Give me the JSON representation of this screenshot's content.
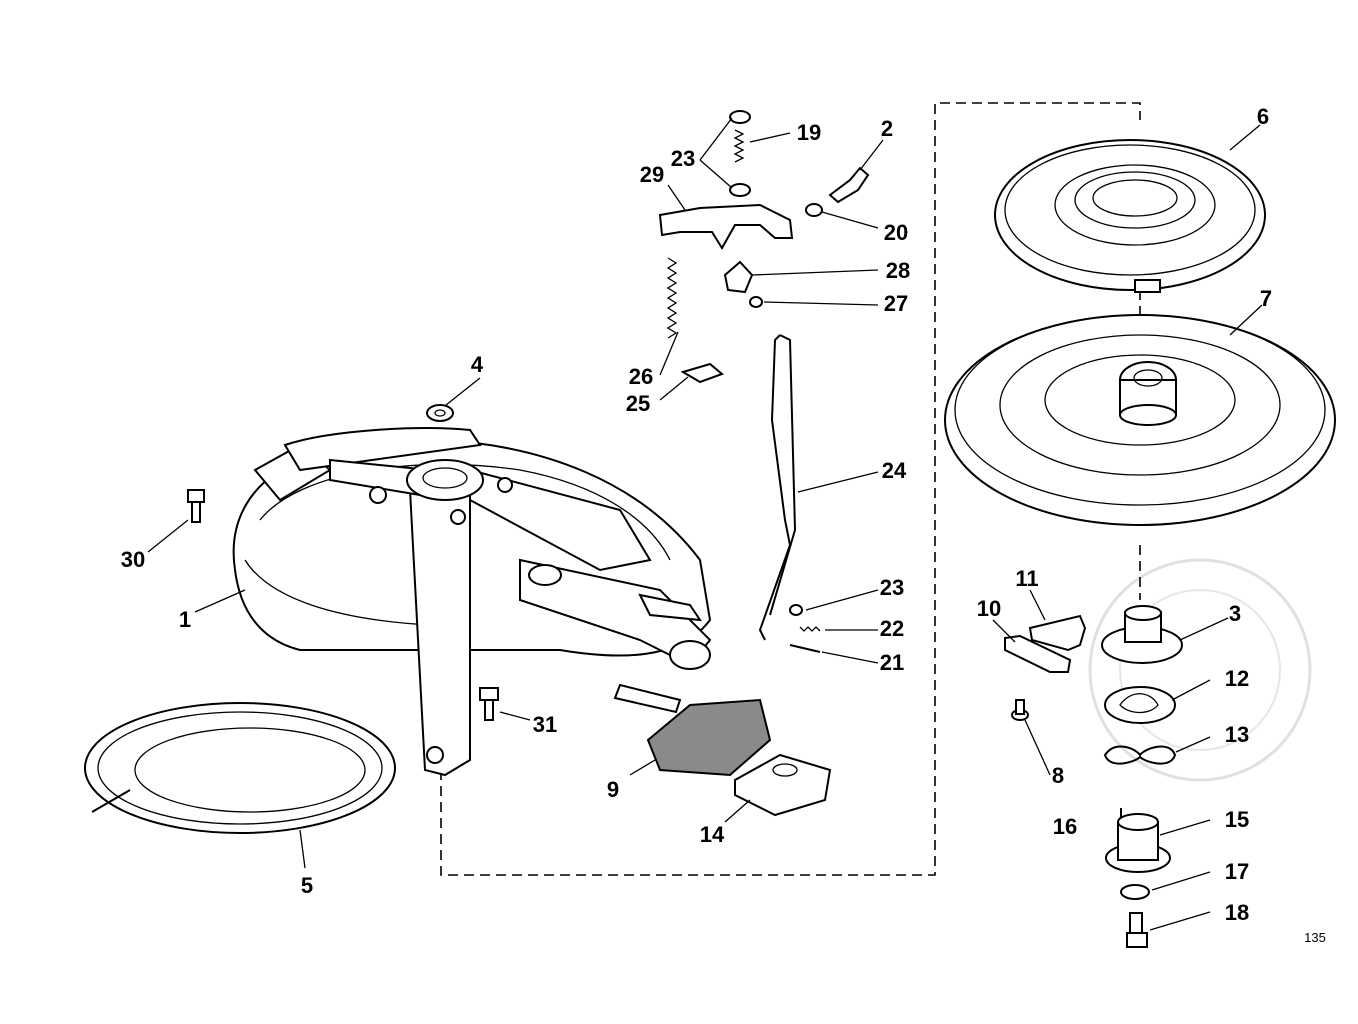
{
  "diagram": {
    "figure_number": "135",
    "watermark": "",
    "callouts": [
      {
        "id": "c1",
        "label": "1"
      },
      {
        "id": "c2",
        "label": "2"
      },
      {
        "id": "c3",
        "label": "3"
      },
      {
        "id": "c4",
        "label": "4"
      },
      {
        "id": "c5",
        "label": "5"
      },
      {
        "id": "c6",
        "label": "6"
      },
      {
        "id": "c7",
        "label": "7"
      },
      {
        "id": "c8",
        "label": "8"
      },
      {
        "id": "c9",
        "label": "9"
      },
      {
        "id": "c10",
        "label": "10"
      },
      {
        "id": "c11",
        "label": "11"
      },
      {
        "id": "c12",
        "label": "12"
      },
      {
        "id": "c13",
        "label": "13"
      },
      {
        "id": "c14",
        "label": "14"
      },
      {
        "id": "c15",
        "label": "15"
      },
      {
        "id": "c16",
        "label": "16"
      },
      {
        "id": "c17",
        "label": "17"
      },
      {
        "id": "c18",
        "label": "18"
      },
      {
        "id": "c19",
        "label": "19"
      },
      {
        "id": "c20",
        "label": "20"
      },
      {
        "id": "c21",
        "label": "21"
      },
      {
        "id": "c22",
        "label": "22"
      },
      {
        "id": "c23a",
        "label": "23"
      },
      {
        "id": "c23b",
        "label": "23"
      },
      {
        "id": "c24",
        "label": "24"
      },
      {
        "id": "c25",
        "label": "25"
      },
      {
        "id": "c26",
        "label": "26"
      },
      {
        "id": "c27",
        "label": "27"
      },
      {
        "id": "c28",
        "label": "28"
      },
      {
        "id": "c29",
        "label": "29"
      },
      {
        "id": "c30",
        "label": "30"
      },
      {
        "id": "c31",
        "label": "31"
      }
    ]
  }
}
